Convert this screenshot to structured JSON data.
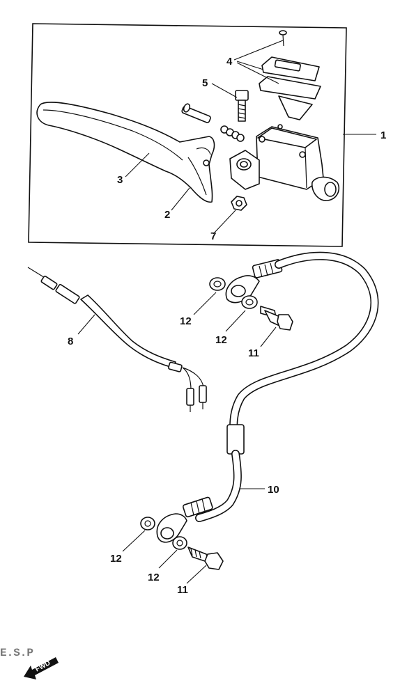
{
  "callouts": {
    "c1": "1",
    "c2": "2",
    "c3": "3",
    "c4": "4",
    "c5": "5",
    "c7": "7",
    "c8": "8",
    "c10": "10",
    "c11a": "11",
    "c11b": "11",
    "c12a": "12",
    "c12b": "12",
    "c12c": "12",
    "c12d": "12"
  },
  "fwd_label": "FWD",
  "corner_code": "E.S.P"
}
